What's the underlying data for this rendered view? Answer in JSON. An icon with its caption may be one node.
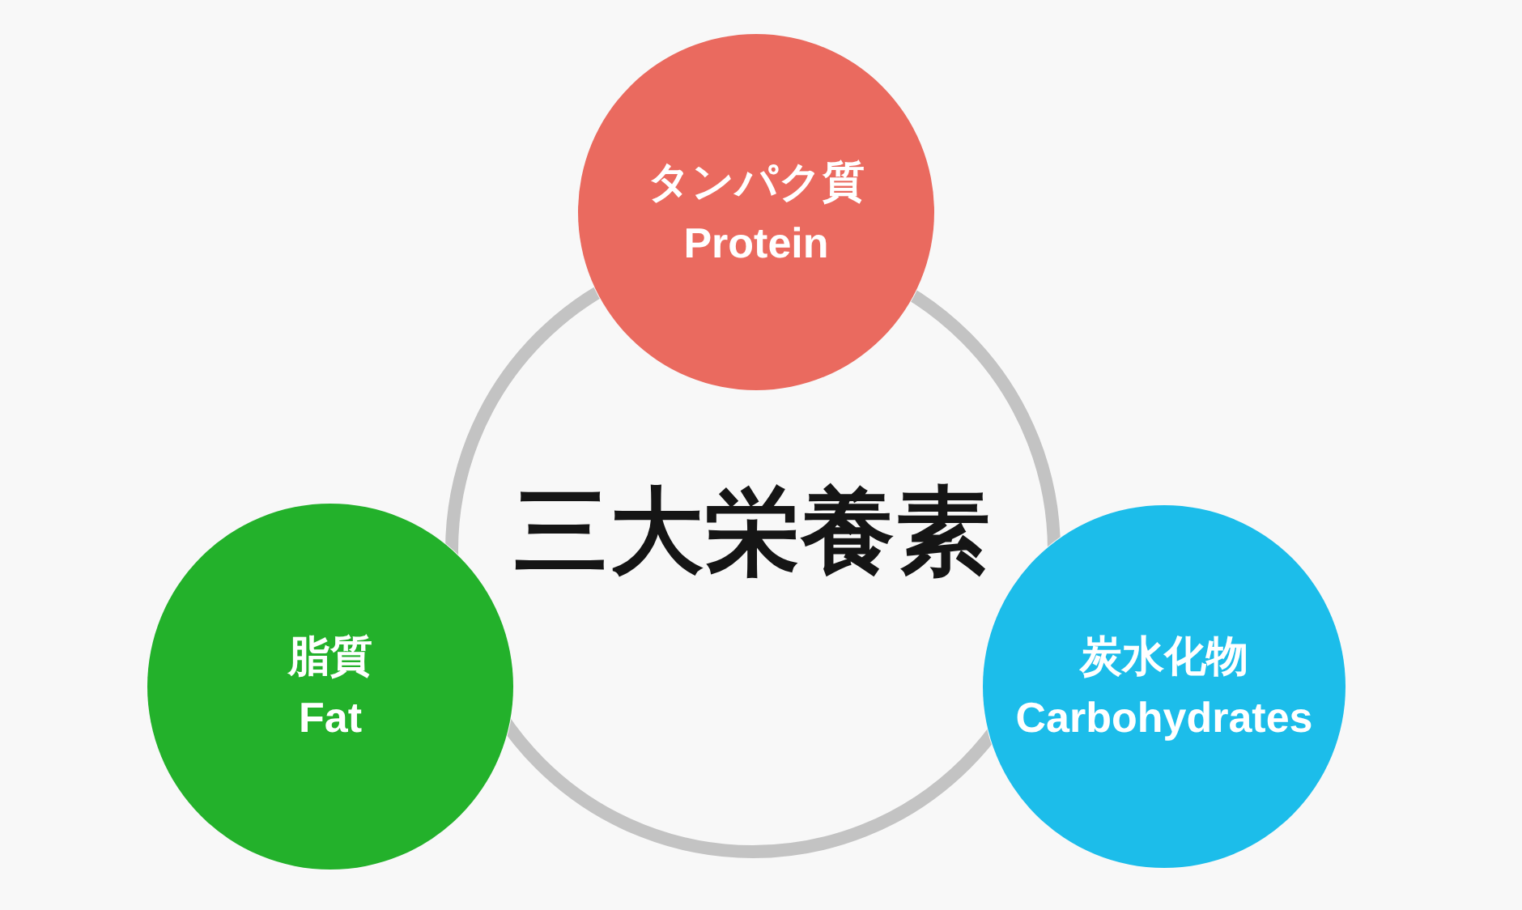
{
  "diagram": {
    "nodes": [
      {
        "text": [
          "三大栄養素"
        ]
      },
      {
        "text": [
          "タンパク質",
          "Protein"
        ]
      },
      {
        "text": [
          "脂質",
          "Fat"
        ]
      },
      {
        "text": [
          "炭水化物",
          "Carbohydrates"
        ]
      }
    ]
  }
}
